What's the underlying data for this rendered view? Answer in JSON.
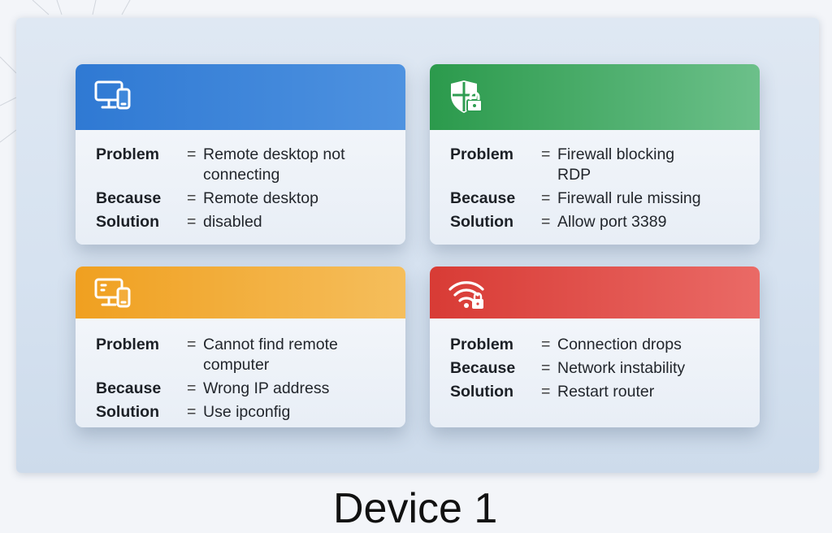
{
  "cards": [
    {
      "icon": "monitor-phone-icon",
      "color": "#3a83d8",
      "rows": [
        {
          "label": "Problem",
          "sep": "=",
          "value": "Remote desktop not connecting"
        },
        {
          "label": "Because",
          "sep": "=",
          "value": "Remote desktop"
        },
        {
          "label": "Solution",
          "sep": "=",
          "value": "disabled"
        }
      ]
    },
    {
      "icon": "shield-lock-icon",
      "color": "#2f9d52",
      "rows": [
        {
          "label": "Problem",
          "sep": "=",
          "value": "Firewall blocking RDP"
        },
        {
          "label": "Because",
          "sep": "=",
          "value": "Firewall rule missing"
        },
        {
          "label": "Solution",
          "sep": "=",
          "value": "Allow port 3389"
        }
      ]
    },
    {
      "icon": "computer-network-icon",
      "color": "#f2a62c",
      "rows": [
        {
          "label": "Problem",
          "sep": "=",
          "value": "Cannot find remote computer"
        },
        {
          "label": "Because",
          "sep": "=",
          "value": "Wrong IP address"
        },
        {
          "label": "Solution",
          "sep": "=",
          "value": "Use ipconfig"
        }
      ]
    },
    {
      "icon": "wifi-lock-icon",
      "color": "#dd4440",
      "rows": [
        {
          "label": "Problem",
          "sep": "=",
          "value": "Connection drops"
        },
        {
          "label": "Because",
          "sep": "=",
          "value": "Network instability"
        },
        {
          "label": "Solution",
          "sep": "=",
          "value": "Restart router"
        }
      ]
    }
  ],
  "footer": {
    "partial_text": "Device 1"
  }
}
